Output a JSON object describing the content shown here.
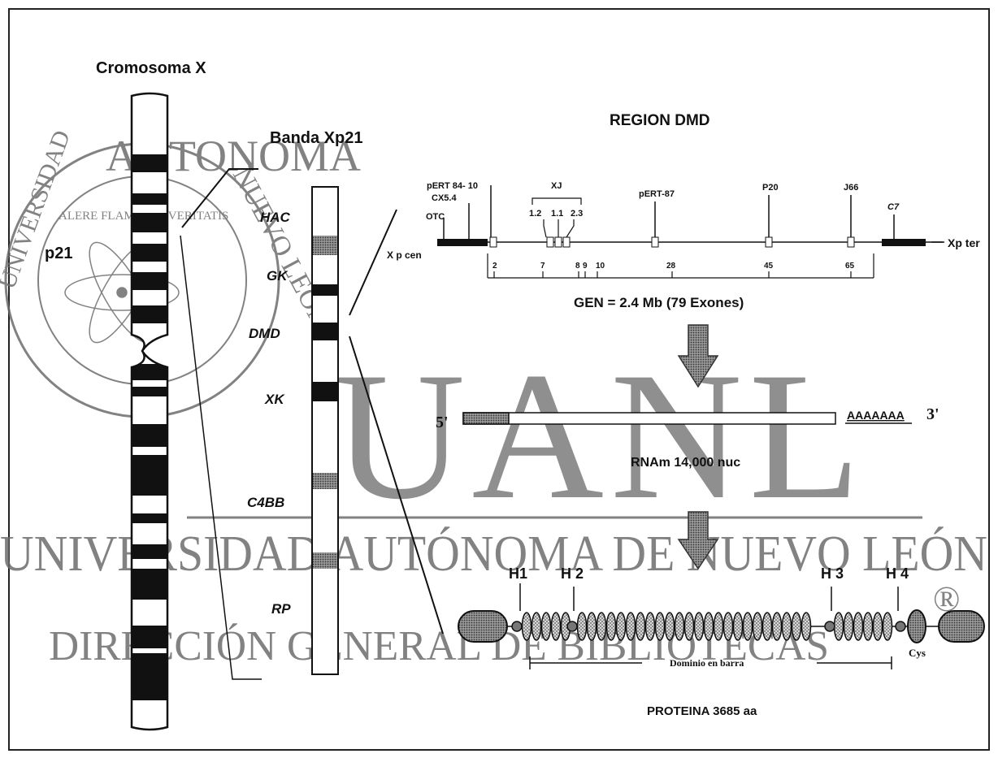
{
  "watermark": {
    "letters": "UANL",
    "university": "UNIVERSIDAD AUTÓNOMA DE NUEVO LEÓN",
    "direction": "DIRECCIÓN GENERAL DE BIBLIOTECAS",
    "seal_top": "AUTONOMA",
    "seal_left": "UNIVERSIDAD",
    "seal_right": "NUEVO LEON",
    "seal_motto": "ALERE FLAMMAM VERITATIS",
    "registered": "®"
  },
  "chromosome": {
    "title": "Cromosoma X",
    "band_label": "p21"
  },
  "band": {
    "title": "Banda Xp21",
    "genes": [
      "HAC",
      "GK",
      "DMD",
      "XK",
      "C4BB",
      "RP"
    ]
  },
  "region": {
    "title": "REGION  DMD",
    "left_end": "X p cen",
    "right_end": "Xp ter",
    "markers": [
      "pERT 84- 10",
      "CX5.4",
      "OTC",
      "XJ",
      "1.2",
      "1.1",
      "2.3",
      "pERT-87",
      "P20",
      "J66",
      "C7"
    ],
    "exons": [
      "2",
      "7",
      "8",
      "9",
      "10",
      "28",
      "45",
      "65"
    ],
    "gene_caption": "GEN = 2.4 Mb (79 Exones)"
  },
  "mrna": {
    "five_prime": "5'",
    "three_prime": "3'",
    "poly_a": "AAAAAAA",
    "caption": "RNAm 14,000 nuc"
  },
  "protein": {
    "hinges": [
      "H1",
      "H 2",
      "H 3",
      "H 4"
    ],
    "cys_label": "Cys",
    "rod_label": "Dominio en barra",
    "caption": "PROTEINA 3685 aa"
  },
  "colors": {
    "ink": "#111111",
    "band_fill": "#111111",
    "grey_band": "#8a8a8a",
    "watermark": "#6c6c6c",
    "domain_fill": "#b8b8b8"
  }
}
